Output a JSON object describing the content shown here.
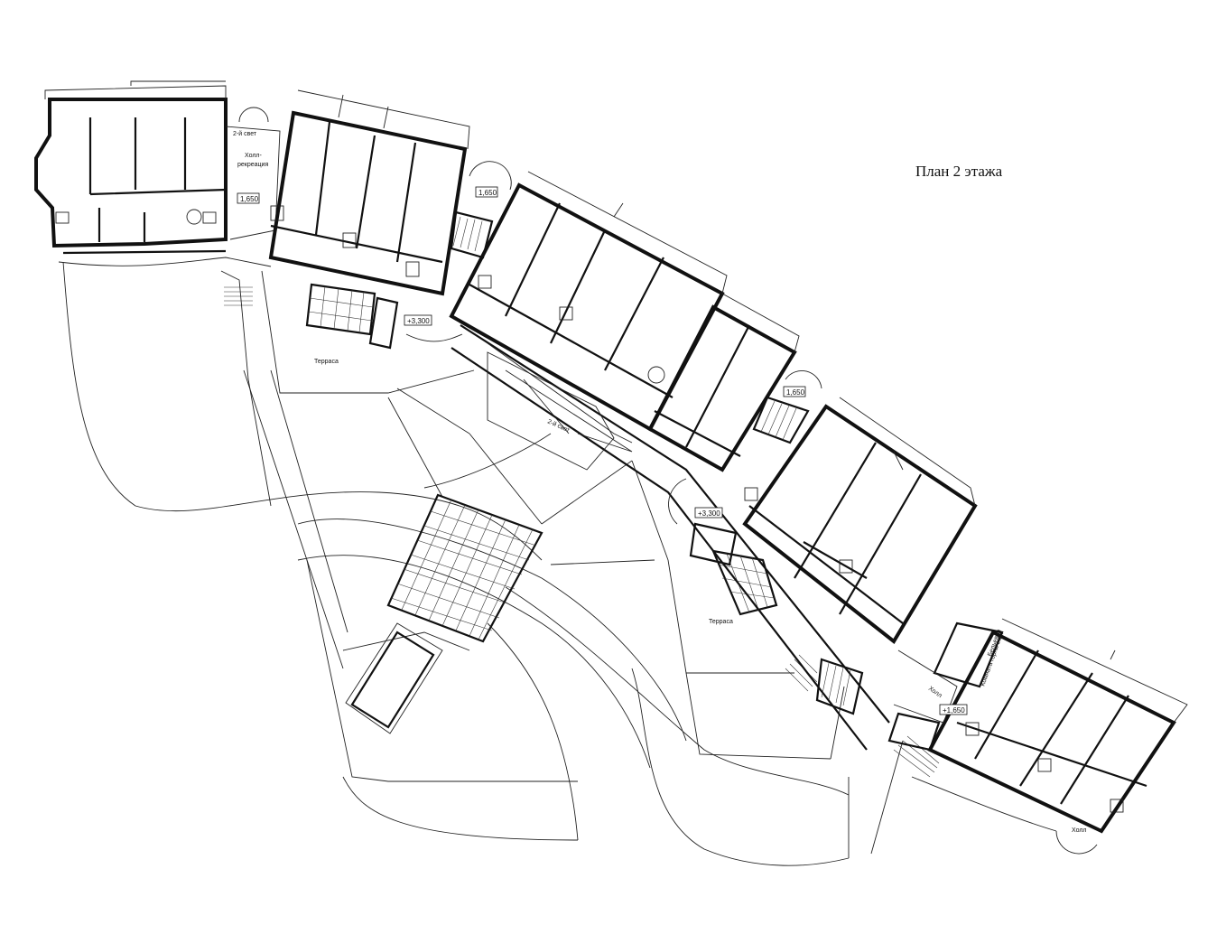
{
  "title": "План 2 этажа",
  "labels": {
    "second_light_1": "2-й свет",
    "hall_recreation_1": "Холл-",
    "hall_recreation_2": "рекреация",
    "terrace_1": "Терраса",
    "second_light_2": "2-й свет",
    "terrace_2": "Терраса",
    "hall_1": "Холл",
    "hall_2": "Холл",
    "linen": "Бельевая",
    "maid_room": "Комната горничной"
  },
  "levels": {
    "l1": "1,650",
    "l2": "1,650",
    "l3": "+3,300",
    "l4": "1,650",
    "l5": "+3,300",
    "l6": "+1,650"
  }
}
